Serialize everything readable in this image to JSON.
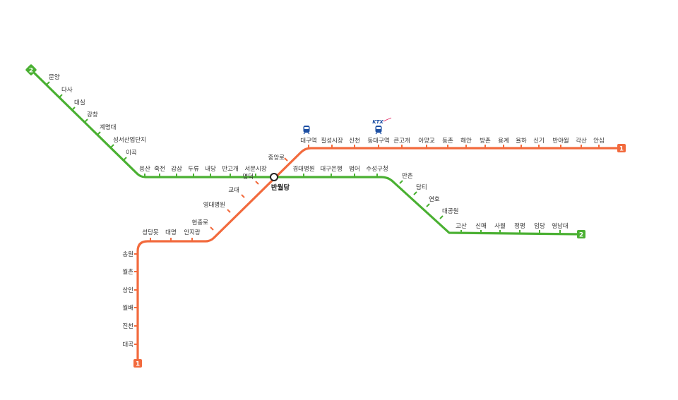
{
  "colors": {
    "line1": "#f26a3d",
    "line2": "#4ab032",
    "text": "#333333",
    "train_icon": "#1d4fa3"
  },
  "line1": {
    "badge": "1",
    "stations_west": [
      "대곡",
      "진천",
      "월배",
      "상인",
      "월촌",
      "송원",
      "성당못",
      "대명",
      "안지랑",
      "현충로",
      "영대병원",
      "교대",
      "명덕"
    ],
    "stations_east": [
      "중앙로",
      "대구역",
      "칠성시장",
      "신천",
      "동대구역",
      "큰고개",
      "아양교",
      "동촌",
      "해안",
      "방촌",
      "용계",
      "율하",
      "신기",
      "반야월",
      "각산",
      "안심"
    ]
  },
  "line2": {
    "badge": "2",
    "stations_west": [
      "문양",
      "다사",
      "대실",
      "강창",
      "계명대",
      "성서산업단지",
      "이곡",
      "용산",
      "죽전",
      "감삼",
      "두류",
      "내당",
      "반고개",
      "서문시장"
    ],
    "stations_east": [
      "경대병원",
      "대구은행",
      "범어",
      "수성구청",
      "만촌",
      "담티",
      "연호",
      "대공원",
      "고산",
      "신매",
      "사월",
      "정평",
      "임당",
      "영남대"
    ]
  },
  "transfer_station": "반월당",
  "train_icons": [
    {
      "station": "대구역",
      "icon": "train-icon"
    },
    {
      "station": "동대구역",
      "icon": "train-icon",
      "brand": "KTX"
    }
  ]
}
